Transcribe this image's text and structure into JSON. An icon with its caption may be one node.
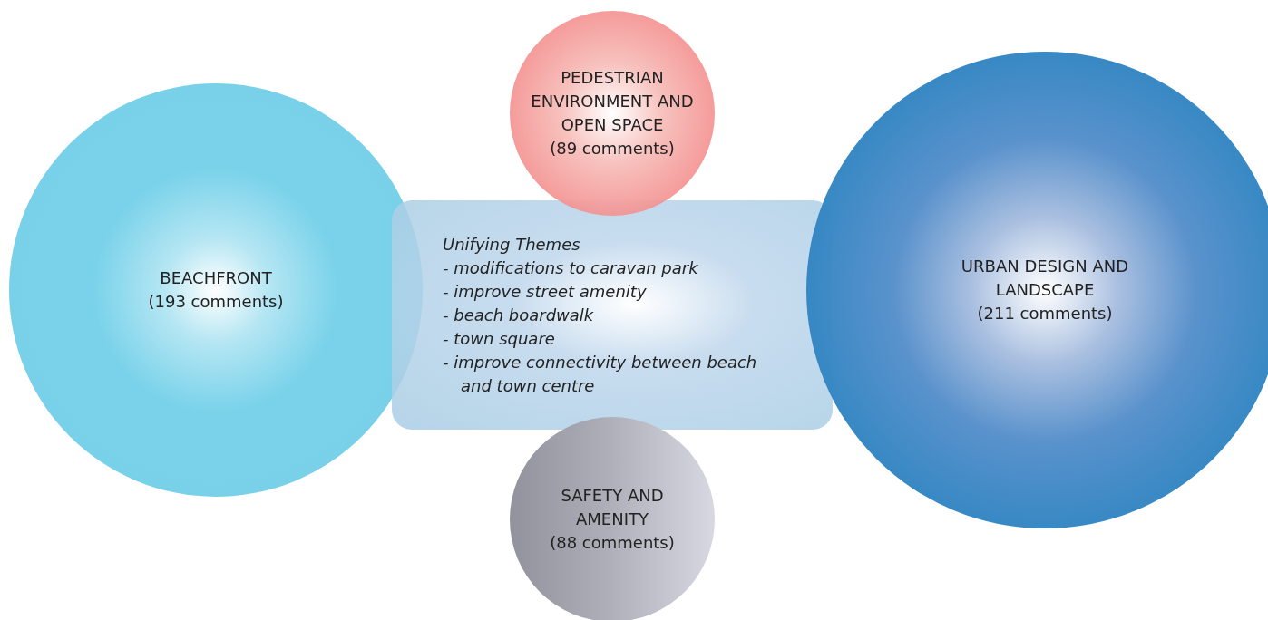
{
  "diagram": {
    "nodes": [
      {
        "text": [
          "BEACHFRONT",
          "(193 comments)"
        ]
      },
      {
        "text": [
          "PEDESTRIAN ENVIRONMENT AND OPEN SPACE",
          "(89 comments)"
        ]
      },
      {
        "text": [
          "Unifying Themes",
          "- modifications to caravan park",
          "- improve street amenity",
          "- beach boardwalk",
          "- town square",
          "- improve connectivity between beach and town centre"
        ]
      },
      {
        "text": [
          "URBAN DESIGN AND LANDSCAPE",
          "(211 comments)"
        ]
      },
      {
        "text": [
          "SAFETY AND AMENITY",
          "(88 comments)"
        ]
      }
    ]
  }
}
